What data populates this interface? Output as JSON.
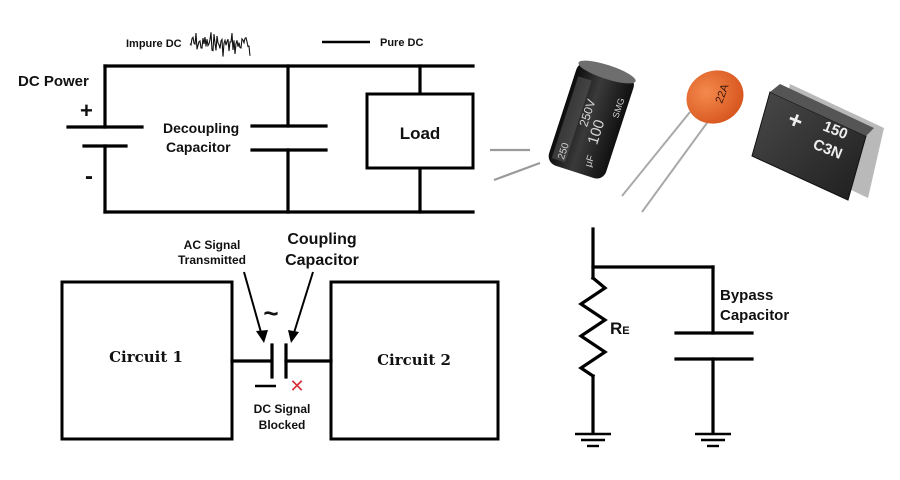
{
  "top_circuit": {
    "impure_dc_label": "Impure DC",
    "pure_dc_label": "Pure DC",
    "dc_power_label": "DC Power",
    "plus_sign": "+",
    "minus_sign": "-",
    "decoupling_line1": "Decoupling",
    "decoupling_line2": "Capacitor",
    "load_label": "Load"
  },
  "components": {
    "electrolytic_markings": [
      "100",
      "250V",
      "SMG",
      "μF",
      "250"
    ],
    "ceramic_marking": "22A",
    "smd_plus": "+",
    "smd_line1": "150",
    "smd_line2": "C3N"
  },
  "coupling": {
    "ac_line1": "AC Signal",
    "ac_line2": "Transmitted",
    "coupling_line1": "Coupling",
    "coupling_line2": "Capacitor",
    "circuit1_label": "Circuit 1",
    "circuit2_label": "Circuit 2",
    "tilde": "~",
    "dc_line1": "DC Signal",
    "dc_line2": "Blocked",
    "blocked_mark": "✕"
  },
  "bypass": {
    "resistor_label": "R",
    "resistor_sub": "E",
    "bypass_line1": "Bypass",
    "bypass_line2": "Capacitor"
  },
  "colors": {
    "wire": "#000000",
    "ceramic": "#e8632a",
    "blocked_x": "#d9323a",
    "electrolytic_body": "#1e1e1e",
    "smd_body": "#2b2b2b"
  }
}
